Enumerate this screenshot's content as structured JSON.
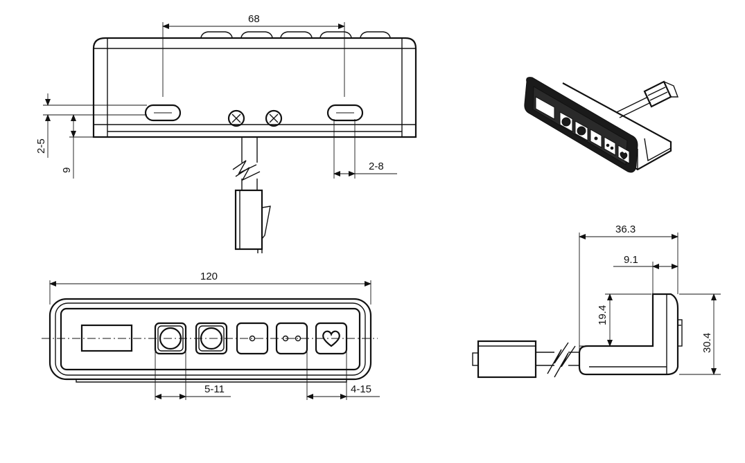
{
  "dimensions": {
    "top_width": "68",
    "slot_height": "2-5",
    "slot_offset": "9",
    "slot_width": "2-8",
    "overall_width": "120",
    "button_spacing": "5-11",
    "button_edge": "4-15",
    "side_depth": "36.3",
    "side_lip": "9.1",
    "side_inner_height": "19.4",
    "side_total_height": "30.4"
  },
  "colors": {
    "line": "#111111",
    "fill": "#1a1a1a"
  },
  "icons": [
    "screw-icon",
    "circle-button-icon",
    "dot-button-icon",
    "double-dot-button-icon",
    "heart-button-icon",
    "rj45-connector-icon"
  ]
}
